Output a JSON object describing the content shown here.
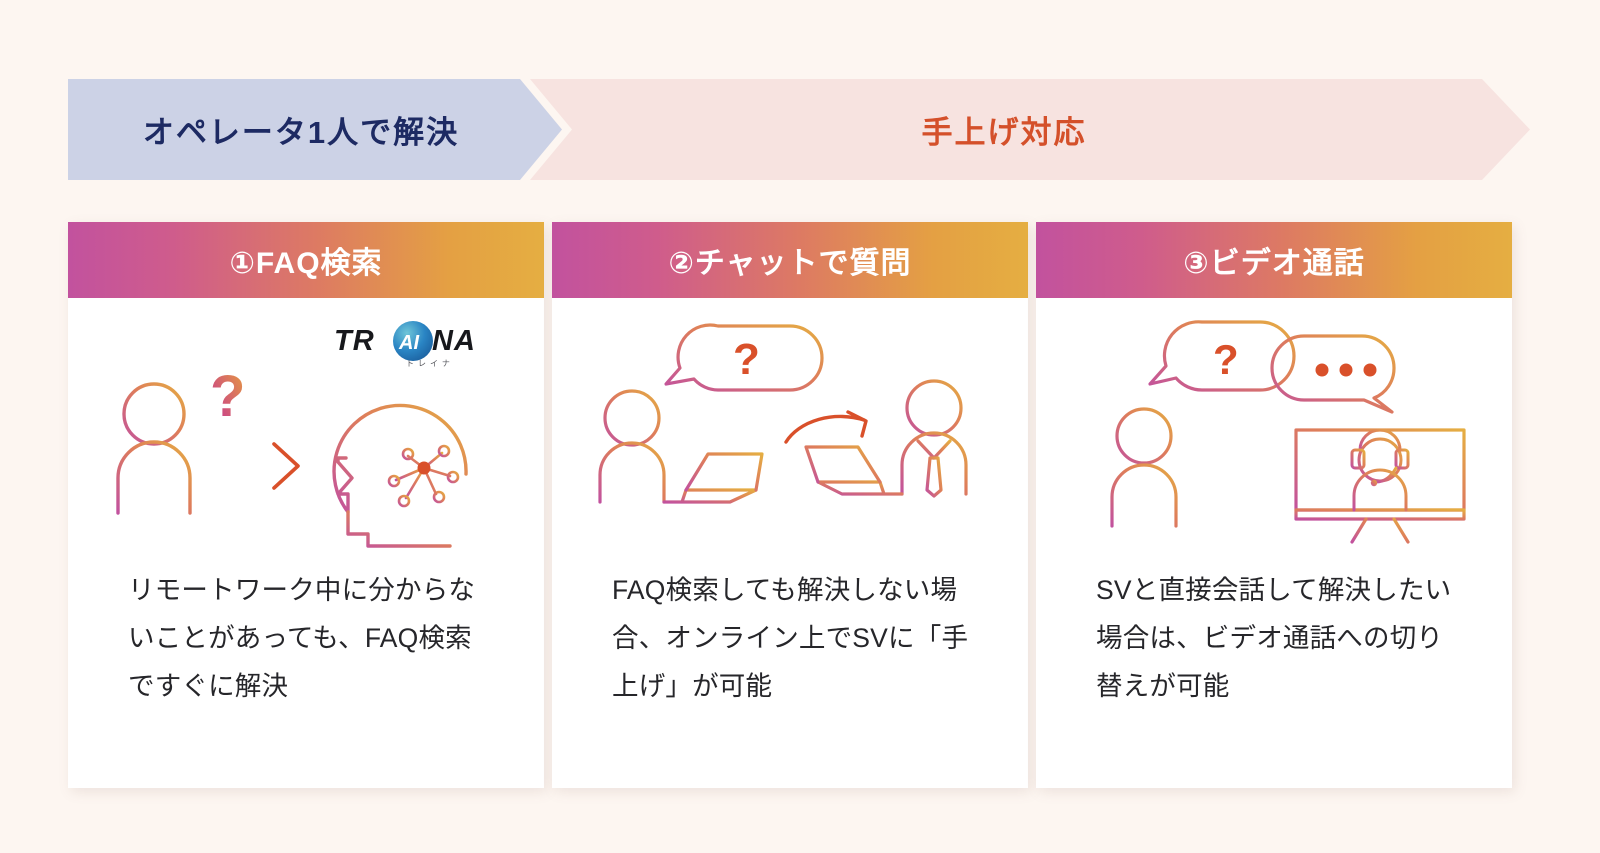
{
  "page": {
    "background_color": "#fdf6f1",
    "text_color": "#26262a"
  },
  "banners": {
    "operator": {
      "label": "オペレータ1人で解決",
      "fill_color": "#ccd2e6",
      "text_color": "#1d2a63"
    },
    "escalation": {
      "label": "手上げ対応",
      "fill_color": "#f7e3e0",
      "text_color": "#d4502a"
    }
  },
  "cards": [
    {
      "header": "①FAQ検索",
      "body": "リモートワーク中に分からないことがあっても、FAQ検索ですぐに解決",
      "art": {
        "kind": "person-to-ai-head",
        "logo_text": "TRAINA",
        "logo_badge": "AI",
        "logo_subtext": "トレイナ",
        "question_mark": "?",
        "arrow": ">"
      }
    },
    {
      "header": "②チャットで質問",
      "body": "FAQ検索しても解決しない場合、オンライン上でSVに「手上げ」が可能",
      "art": {
        "kind": "chat-escalation",
        "question_mark": "?"
      }
    },
    {
      "header": "③ビデオ通話",
      "body": "SVと直接会話して解決したい場合は、ビデオ通話への切り替えが可能",
      "art": {
        "kind": "video-call",
        "question_mark": "?",
        "ellipsis": "•••"
      }
    }
  ],
  "colors": {
    "gradient_start": "#c2529e",
    "gradient_mid": "#dd7a63",
    "gradient_end": "#e5ae42",
    "accent_red": "#d9502a",
    "logo_blue": "#1f6fb5",
    "logo_teal": "#3fa8a0"
  }
}
